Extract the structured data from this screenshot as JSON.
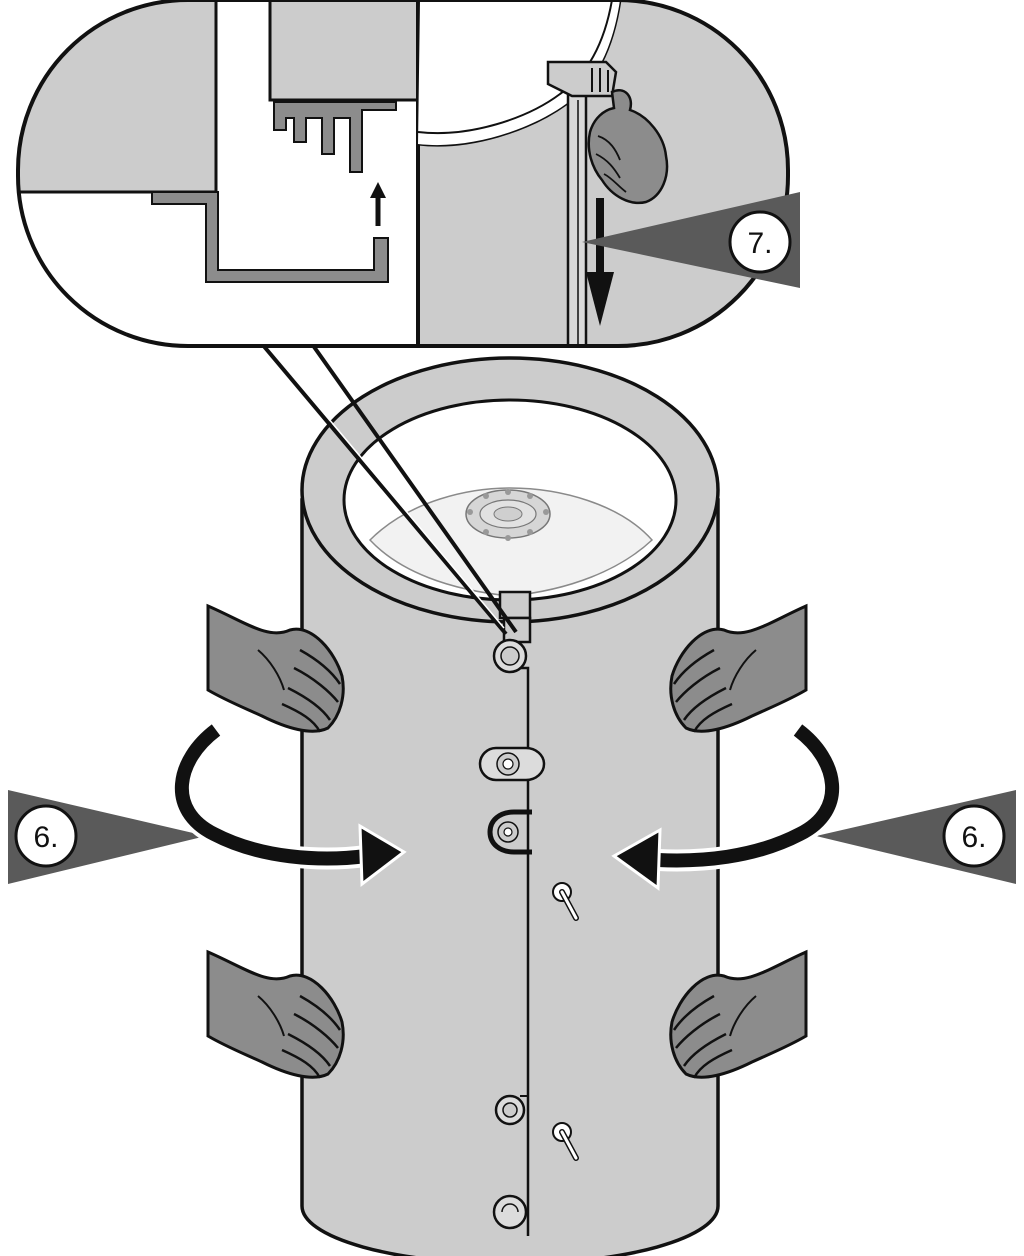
{
  "colors": {
    "jacket": "#cccccc",
    "jacket_dark": "#b0b0b0",
    "hand": "#8c8c8c",
    "pointer": "#5a5a5a",
    "outline": "#111111",
    "background": "#ffffff"
  },
  "callouts": {
    "step_7": {
      "label": "7."
    },
    "step_6_left": {
      "label": "6."
    },
    "step_6_right": {
      "label": "6."
    }
  },
  "icons": {
    "detail": "magnified-detail-view",
    "hands": "hand-icon",
    "arrows": "rotation-arrow-icon"
  }
}
